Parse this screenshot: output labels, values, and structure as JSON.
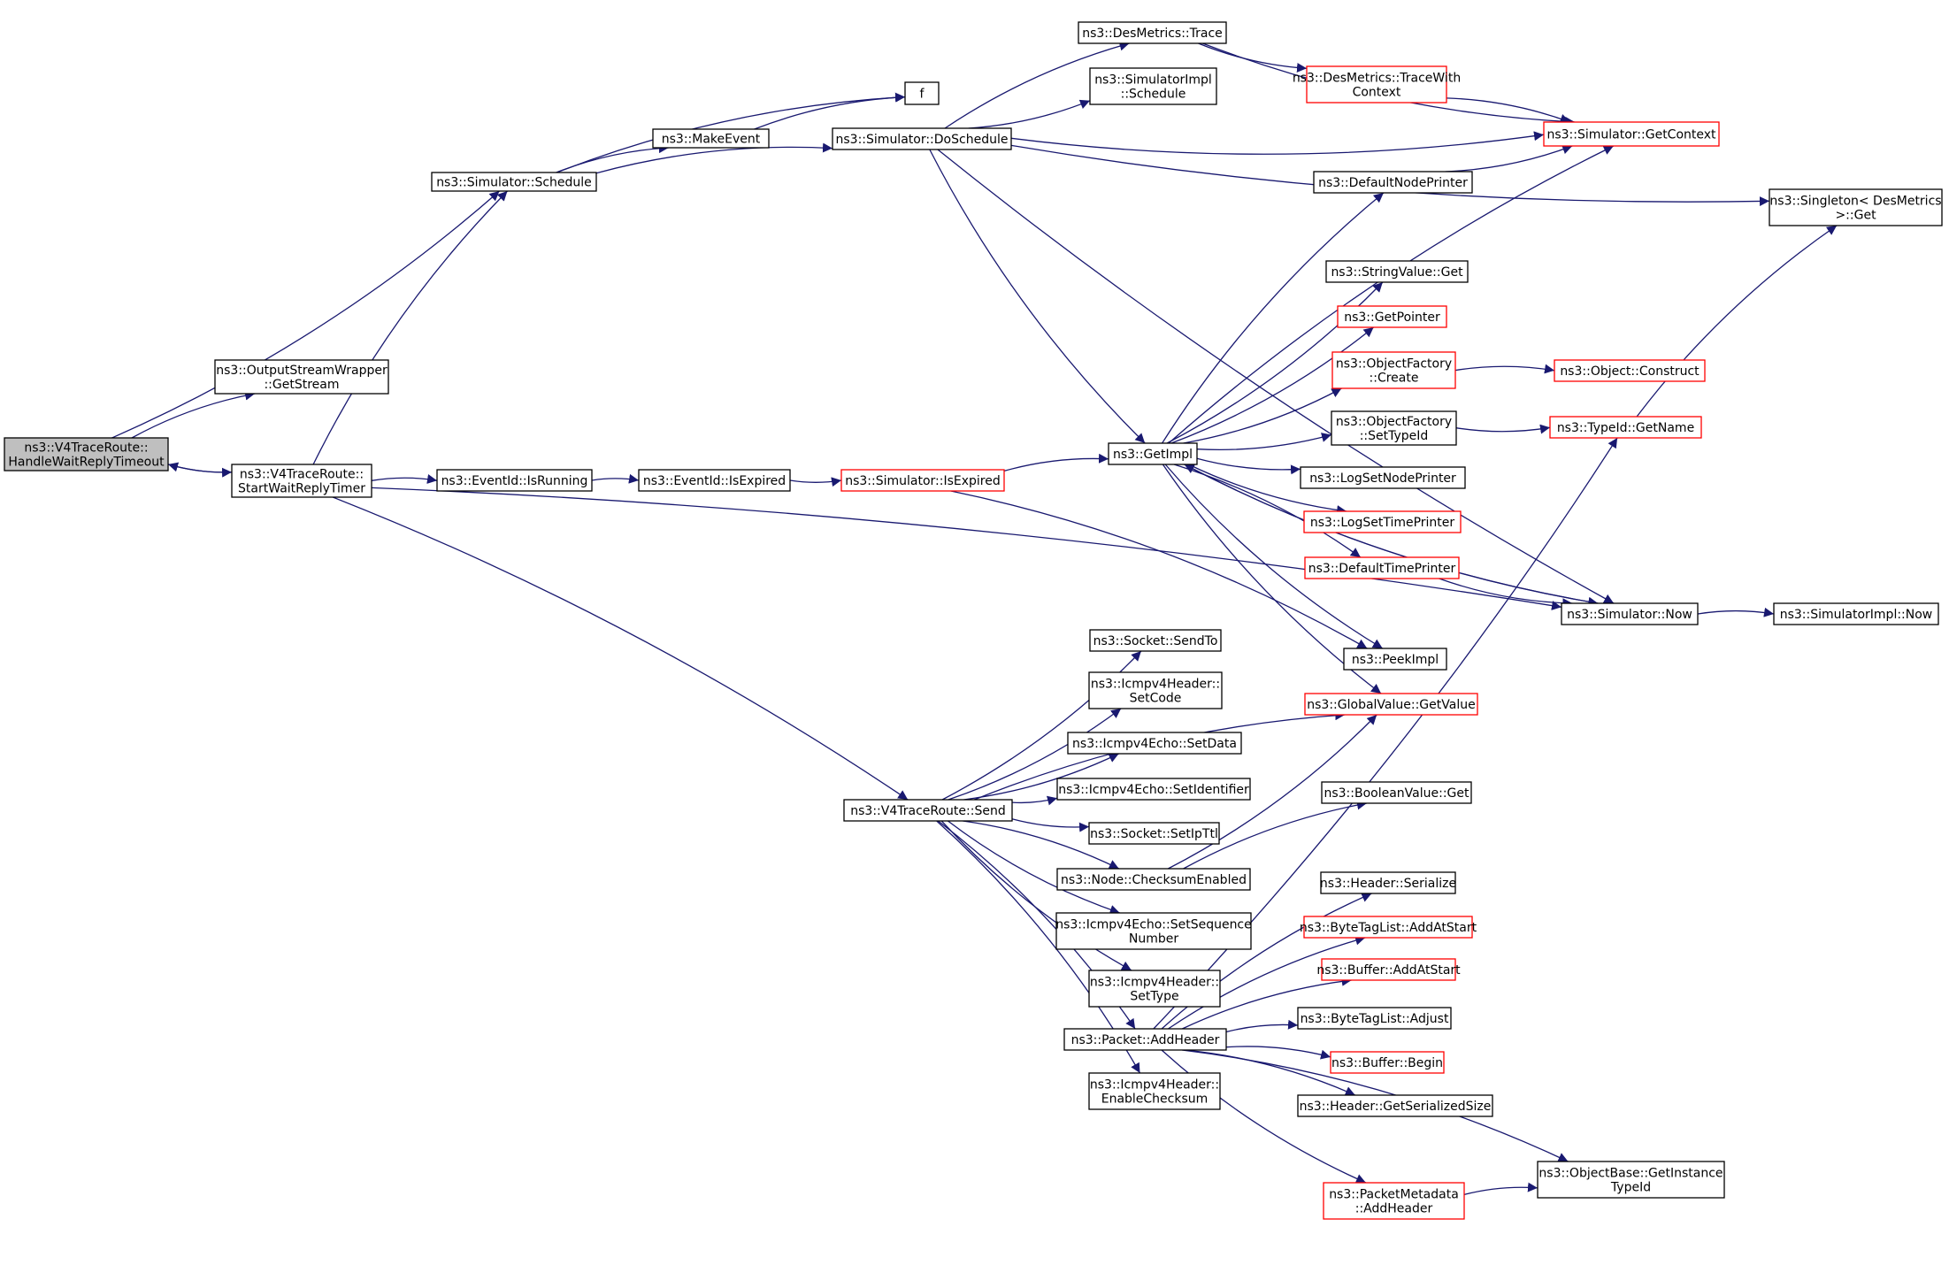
{
  "colors": {
    "edge": "#191970",
    "node_border_normal": "#000000",
    "node_border_truncated": "#ff0000",
    "root_fill": "#bfbfbf",
    "node_fill": "#ffffff"
  },
  "nodes": [
    {
      "id": "root",
      "lines": [
        "ns3::V4TraceRoute::",
        "HandleWaitReplyTimeout"
      ],
      "style": "root"
    },
    {
      "id": "getstream",
      "lines": [
        "ns3::OutputStreamWrapper",
        "::GetStream"
      ],
      "style": "normal"
    },
    {
      "id": "schedule",
      "lines": [
        "ns3::Simulator::Schedule"
      ],
      "style": "normal"
    },
    {
      "id": "startwait",
      "lines": [
        "ns3::V4TraceRoute::",
        "StartWaitReplyTimer"
      ],
      "style": "normal"
    },
    {
      "id": "makeevent",
      "lines": [
        "ns3::MakeEvent"
      ],
      "style": "normal"
    },
    {
      "id": "f",
      "lines": [
        "f"
      ],
      "style": "normal"
    },
    {
      "id": "doschedule",
      "lines": [
        "ns3::Simulator::DoSchedule"
      ],
      "style": "normal"
    },
    {
      "id": "destrace",
      "lines": [
        "ns3::DesMetrics::Trace"
      ],
      "style": "normal"
    },
    {
      "id": "simimplschedule",
      "lines": [
        "ns3::SimulatorImpl",
        "::Schedule"
      ],
      "style": "normal"
    },
    {
      "id": "tracewithcontext",
      "lines": [
        "ns3::DesMetrics::TraceWith",
        "Context"
      ],
      "style": "truncated"
    },
    {
      "id": "getcontext",
      "lines": [
        "ns3::Simulator::GetContext"
      ],
      "style": "truncated"
    },
    {
      "id": "singleton",
      "lines": [
        "ns3::Singleton< DesMetrics",
        " >::Get"
      ],
      "style": "normal"
    },
    {
      "id": "defaultnodeprinter",
      "lines": [
        "ns3::DefaultNodePrinter"
      ],
      "style": "normal"
    },
    {
      "id": "stringvalueget",
      "lines": [
        "ns3::StringValue::Get"
      ],
      "style": "normal"
    },
    {
      "id": "getpointer",
      "lines": [
        "ns3::GetPointer"
      ],
      "style": "truncated"
    },
    {
      "id": "ofcreate",
      "lines": [
        "ns3::ObjectFactory",
        "::Create"
      ],
      "style": "truncated"
    },
    {
      "id": "objconstruct",
      "lines": [
        "ns3::Object::Construct"
      ],
      "style": "truncated"
    },
    {
      "id": "ofsettypeid",
      "lines": [
        "ns3::ObjectFactory",
        "::SetTypeId"
      ],
      "style": "normal"
    },
    {
      "id": "typeidgetname",
      "lines": [
        "ns3::TypeId::GetName"
      ],
      "style": "truncated"
    },
    {
      "id": "getimpl",
      "lines": [
        "ns3::GetImpl"
      ],
      "style": "normal"
    },
    {
      "id": "logsetnodeprinter",
      "lines": [
        "ns3::LogSetNodePrinter"
      ],
      "style": "normal"
    },
    {
      "id": "logsettimeprinter",
      "lines": [
        "ns3::LogSetTimePrinter"
      ],
      "style": "truncated"
    },
    {
      "id": "defaulttimeprinter",
      "lines": [
        "ns3::DefaultTimePrinter"
      ],
      "style": "truncated"
    },
    {
      "id": "simnow",
      "lines": [
        "ns3::Simulator::Now"
      ],
      "style": "normal"
    },
    {
      "id": "simimplnow",
      "lines": [
        "ns3::SimulatorImpl::Now"
      ],
      "style": "normal"
    },
    {
      "id": "peekimpl",
      "lines": [
        "ns3::PeekImpl"
      ],
      "style": "normal"
    },
    {
      "id": "globalvaluegetvalue",
      "lines": [
        "ns3::GlobalValue::GetValue"
      ],
      "style": "truncated"
    },
    {
      "id": "isrunning",
      "lines": [
        "ns3::EventId::IsRunning"
      ],
      "style": "normal"
    },
    {
      "id": "isexpired",
      "lines": [
        "ns3::EventId::IsExpired"
      ],
      "style": "normal"
    },
    {
      "id": "simisexpired",
      "lines": [
        "ns3::Simulator::IsExpired"
      ],
      "style": "truncated"
    },
    {
      "id": "send",
      "lines": [
        "ns3::V4TraceRoute::Send"
      ],
      "style": "normal"
    },
    {
      "id": "socketsendto",
      "lines": [
        "ns3::Socket::SendTo"
      ],
      "style": "normal"
    },
    {
      "id": "setcode",
      "lines": [
        "ns3::Icmpv4Header::",
        "SetCode"
      ],
      "style": "normal"
    },
    {
      "id": "setdata",
      "lines": [
        "ns3::Icmpv4Echo::SetData"
      ],
      "style": "normal"
    },
    {
      "id": "setidentifier",
      "lines": [
        "ns3::Icmpv4Echo::SetIdentifier"
      ],
      "style": "normal"
    },
    {
      "id": "setipttl",
      "lines": [
        "ns3::Socket::SetIpTtl"
      ],
      "style": "normal"
    },
    {
      "id": "checksumenabled",
      "lines": [
        "ns3::Node::ChecksumEnabled"
      ],
      "style": "normal"
    },
    {
      "id": "booleanvalueget",
      "lines": [
        "ns3::BooleanValue::Get"
      ],
      "style": "normal"
    },
    {
      "id": "setsequencenumber",
      "lines": [
        "ns3::Icmpv4Echo::SetSequence",
        "Number"
      ],
      "style": "normal"
    },
    {
      "id": "settype",
      "lines": [
        "ns3::Icmpv4Header::",
        "SetType"
      ],
      "style": "normal"
    },
    {
      "id": "packetaddheader",
      "lines": [
        "ns3::Packet::AddHeader"
      ],
      "style": "normal"
    },
    {
      "id": "enablechecksum",
      "lines": [
        "ns3::Icmpv4Header::",
        "EnableChecksum"
      ],
      "style": "normal"
    },
    {
      "id": "headerserialize",
      "lines": [
        "ns3::Header::Serialize"
      ],
      "style": "normal"
    },
    {
      "id": "bytetaglistaddatstart",
      "lines": [
        "ns3::ByteTagList::AddAtStart"
      ],
      "style": "truncated"
    },
    {
      "id": "bufferaddatstart",
      "lines": [
        "ns3::Buffer::AddAtStart"
      ],
      "style": "truncated"
    },
    {
      "id": "bytetaglistadjust",
      "lines": [
        "ns3::ByteTagList::Adjust"
      ],
      "style": "normal"
    },
    {
      "id": "bufferbegin",
      "lines": [
        "ns3::Buffer::Begin"
      ],
      "style": "truncated"
    },
    {
      "id": "headergetserializedsize",
      "lines": [
        "ns3::Header::GetSerializedSize"
      ],
      "style": "normal"
    },
    {
      "id": "packetmetadataaddheader",
      "lines": [
        "ns3::PacketMetadata",
        "::AddHeader"
      ],
      "style": "truncated"
    },
    {
      "id": "getinstancetypeid",
      "lines": [
        "ns3::ObjectBase::GetInstance",
        "TypeId"
      ],
      "style": "normal"
    }
  ],
  "edges": [
    [
      "root",
      "getstream"
    ],
    [
      "root",
      "schedule"
    ],
    [
      "root",
      "startwait"
    ],
    [
      "startwait",
      "root"
    ],
    [
      "startwait",
      "schedule"
    ],
    [
      "startwait",
      "isrunning"
    ],
    [
      "startwait",
      "send"
    ],
    [
      "startwait",
      "simnow"
    ],
    [
      "schedule",
      "makeevent"
    ],
    [
      "schedule",
      "f"
    ],
    [
      "schedule",
      "doschedule"
    ],
    [
      "makeevent",
      "f"
    ],
    [
      "doschedule",
      "destrace"
    ],
    [
      "doschedule",
      "simimplschedule"
    ],
    [
      "doschedule",
      "getcontext"
    ],
    [
      "doschedule",
      "singleton"
    ],
    [
      "doschedule",
      "simnow"
    ],
    [
      "doschedule",
      "getimpl"
    ],
    [
      "destrace",
      "tracewithcontext"
    ],
    [
      "destrace",
      "getcontext"
    ],
    [
      "tracewithcontext",
      "getcontext"
    ],
    [
      "defaultnodeprinter",
      "getcontext"
    ],
    [
      "getimpl",
      "defaultnodeprinter"
    ],
    [
      "getimpl",
      "getcontext"
    ],
    [
      "getimpl",
      "stringvalueget"
    ],
    [
      "getimpl",
      "getpointer"
    ],
    [
      "getimpl",
      "ofcreate"
    ],
    [
      "getimpl",
      "ofsettypeid"
    ],
    [
      "getimpl",
      "logsetnodeprinter"
    ],
    [
      "getimpl",
      "logsettimeprinter"
    ],
    [
      "getimpl",
      "defaulttimeprinter"
    ],
    [
      "getimpl",
      "peekimpl"
    ],
    [
      "getimpl",
      "globalvaluegetvalue"
    ],
    [
      "getimpl",
      "simnow"
    ],
    [
      "ofcreate",
      "objconstruct"
    ],
    [
      "ofsettypeid",
      "typeidgetname"
    ],
    [
      "typeidgetname",
      "singleton"
    ],
    [
      "defaulttimeprinter",
      "simnow"
    ],
    [
      "simnow",
      "simimplnow"
    ],
    [
      "simnow",
      "getimpl"
    ],
    [
      "isrunning",
      "isexpired"
    ],
    [
      "isexpired",
      "simisexpired"
    ],
    [
      "simisexpired",
      "getimpl"
    ],
    [
      "simisexpired",
      "peekimpl"
    ],
    [
      "send",
      "socketsendto"
    ],
    [
      "send",
      "setcode"
    ],
    [
      "send",
      "setdata"
    ],
    [
      "send",
      "setidentifier"
    ],
    [
      "send",
      "setipttl"
    ],
    [
      "send",
      "checksumenabled"
    ],
    [
      "send",
      "setsequencenumber"
    ],
    [
      "send",
      "settype"
    ],
    [
      "send",
      "packetaddheader"
    ],
    [
      "send",
      "enablechecksum"
    ],
    [
      "send",
      "globalvaluegetvalue"
    ],
    [
      "checksumenabled",
      "booleanvalueget"
    ],
    [
      "checksumenabled",
      "globalvaluegetvalue"
    ],
    [
      "packetaddheader",
      "headerserialize"
    ],
    [
      "packetaddheader",
      "bytetaglistaddatstart"
    ],
    [
      "packetaddheader",
      "bufferaddatstart"
    ],
    [
      "packetaddheader",
      "bytetaglistadjust"
    ],
    [
      "packetaddheader",
      "bufferbegin"
    ],
    [
      "packetaddheader",
      "headergetserializedsize"
    ],
    [
      "packetaddheader",
      "packetmetadataaddheader"
    ],
    [
      "packetaddheader",
      "getinstancetypeid"
    ],
    [
      "packetaddheader",
      "typeidgetname"
    ],
    [
      "packetmetadataaddheader",
      "getinstancetypeid"
    ]
  ]
}
